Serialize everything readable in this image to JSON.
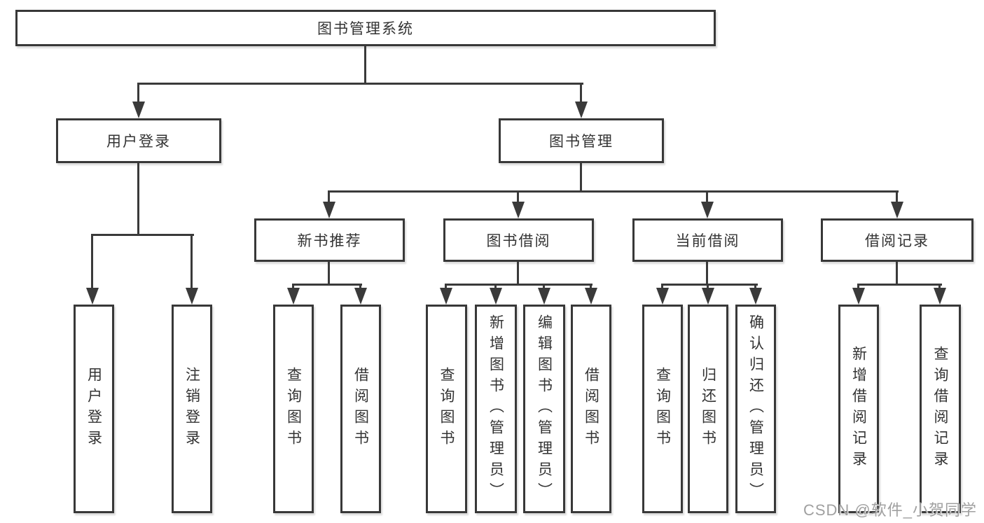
{
  "tree": {
    "root": "图书管理系统",
    "user": {
      "label": "用户登录",
      "children": [
        "用户登录",
        "注销登录"
      ]
    },
    "book": {
      "label": "图书管理",
      "groups": [
        {
          "label": "新书推荐",
          "children": [
            "查询图书",
            "借阅图书"
          ]
        },
        {
          "label": "图书借阅",
          "children": [
            "查询图书",
            "新增图书（管理员）",
            "编辑图书（管理员）",
            "借阅图书"
          ]
        },
        {
          "label": "当前借阅",
          "children": [
            "查询图书",
            "归还图书",
            "确认归还（管理员）"
          ]
        },
        {
          "label": "借阅记录",
          "children": [
            "新增借阅记录",
            "查询借阅记录"
          ]
        }
      ]
    }
  },
  "watermark": {
    "text": "CSDN @软件_小贺同学"
  },
  "colors": {
    "line": "#3a3a3a",
    "box_border": "#383838",
    "text": "#333333",
    "watermark": "#a0a0a0",
    "background": "#ffffff"
  }
}
